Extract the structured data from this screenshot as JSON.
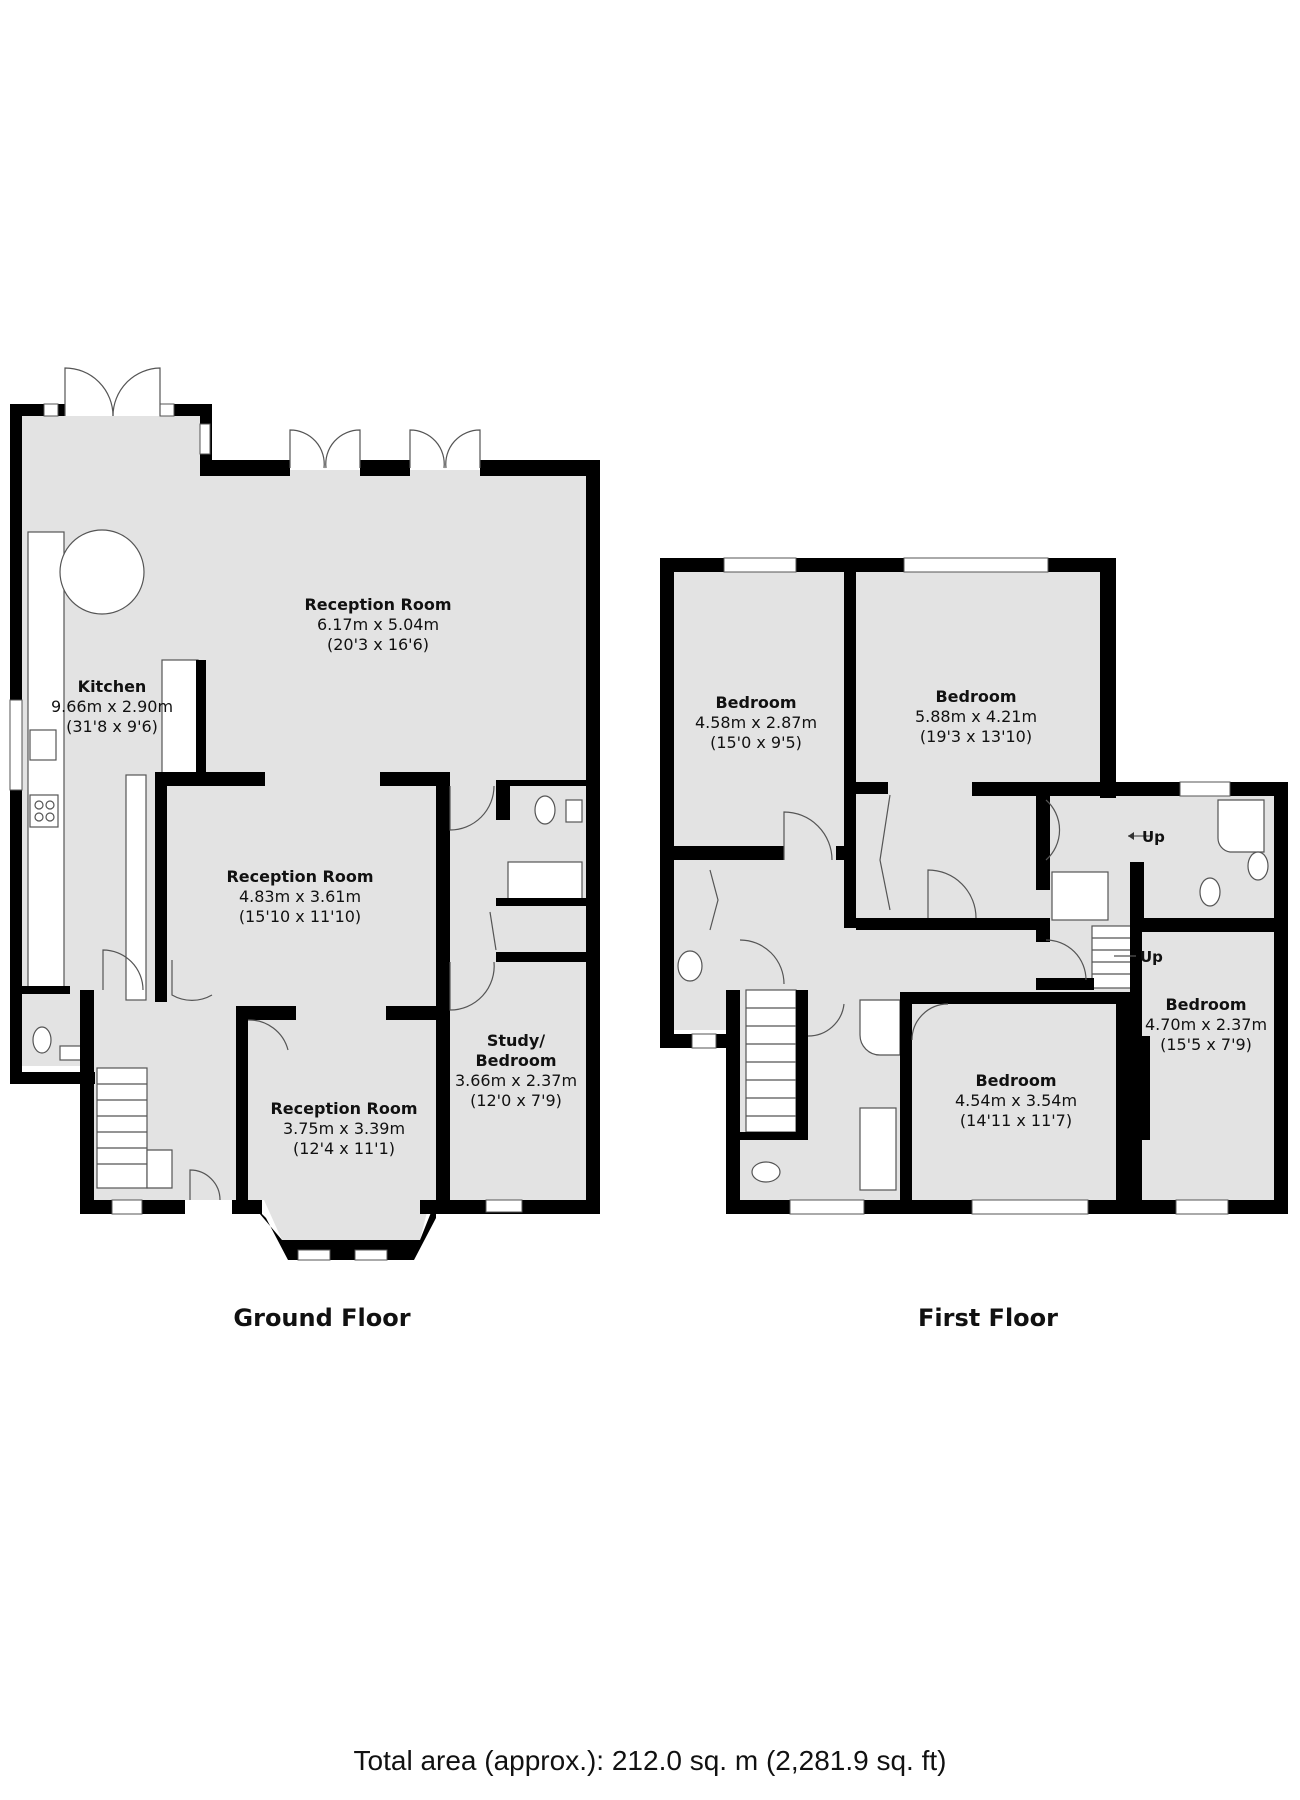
{
  "ground_floor": {
    "label": "Ground Floor",
    "rooms": {
      "kitchen": {
        "name": "Kitchen",
        "metric": "9.66m x 2.90m",
        "imperial": "(31'8 x 9'6)"
      },
      "reception_rear": {
        "name": "Reception Room",
        "metric": "6.17m x 5.04m",
        "imperial": "(20'3 x 16'6)"
      },
      "reception_middle": {
        "name": "Reception Room",
        "metric": "4.83m x 3.61m",
        "imperial": "(15'10 x 11'10)"
      },
      "reception_front": {
        "name": "Reception Room",
        "metric": "3.75m x 3.39m",
        "imperial": "(12'4 x 11'1)"
      },
      "study": {
        "name_line1": "Study/",
        "name_line2": "Bedroom",
        "metric": "3.66m x 2.37m",
        "imperial": "(12'0 x 7'9)"
      }
    }
  },
  "first_floor": {
    "label": "First Floor",
    "up_labels": [
      "Up",
      "Up"
    ],
    "rooms": {
      "bedroom_1": {
        "name": "Bedroom",
        "metric": "4.58m x 2.87m",
        "imperial": "(15'0 x 9'5)"
      },
      "bedroom_2": {
        "name": "Bedroom",
        "metric": "5.88m x 4.21m",
        "imperial": "(19'3 x 13'10)"
      },
      "bedroom_3": {
        "name": "Bedroom",
        "metric": "4.54m x 3.54m",
        "imperial": "(14'11 x 11'7)"
      },
      "bedroom_4": {
        "name": "Bedroom",
        "metric": "4.70m x 2.37m",
        "imperial": "(15'5 x 7'9)"
      }
    }
  },
  "total_area": "Total area (approx.): 212.0 sq. m (2,281.9 sq. ft)",
  "colors": {
    "wall": "#000000",
    "floor": "#e3e3e3",
    "fixture": "#ffffff"
  }
}
